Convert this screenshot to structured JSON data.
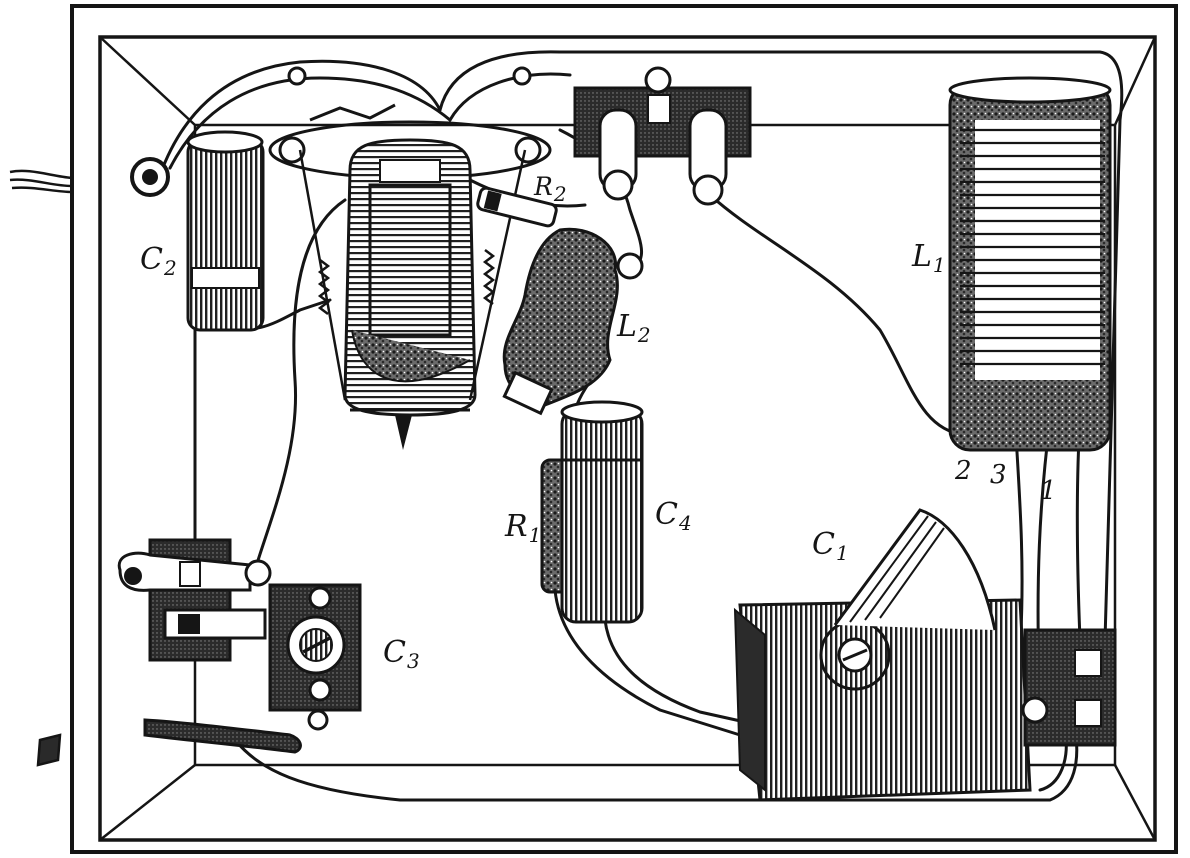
{
  "labels": {
    "c2": {
      "main": "C",
      "sub": "2"
    },
    "r2": {
      "main": "R",
      "sub": "2"
    },
    "l2": {
      "main": "L",
      "sub": "2"
    },
    "l1": {
      "main": "L",
      "sub": "1"
    },
    "r1": {
      "main": "R",
      "sub": "1"
    },
    "c4": {
      "main": "C",
      "sub": "4"
    },
    "c1": {
      "main": "C",
      "sub": "1"
    },
    "c3": {
      "main": "C",
      "sub": "3"
    }
  },
  "coil_taps": [
    "2",
    "3",
    "1"
  ],
  "colors": {
    "ink": "#151515",
    "paper": "#ffffff",
    "shade": "#5a5a5a"
  }
}
